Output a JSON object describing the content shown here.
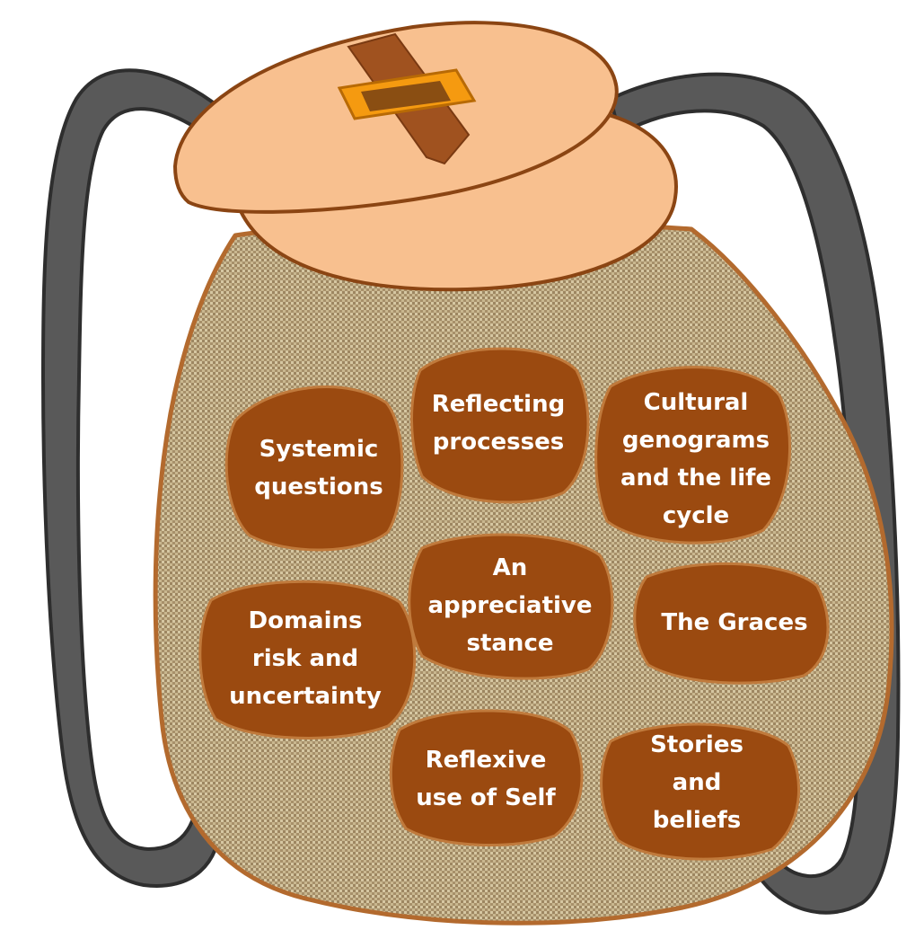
{
  "figure": {
    "subject": "backpack-diagram",
    "colors": {
      "background": "#ffffff",
      "strap": "#595959",
      "strap_outline": "#2e2e2e",
      "lid": "#f8c08f",
      "lid_outline": "#8b4513",
      "buckle_strap": "#a0521f",
      "buckle_frame": "#f59a10",
      "buckle_frame_inner": "#8a4e12",
      "sack_base": "#b39c76",
      "sack_thread_light": "#d6c7a2",
      "sack_thread_dark": "#8a7550",
      "sack_outline": "#b36a2e",
      "stone": "#9b4a10",
      "stone_outline": "#c07a3c",
      "stone_text": "#ffffff"
    }
  },
  "stones": [
    {
      "id": "systemic-questions",
      "lines": [
        "Systemic",
        "questions"
      ]
    },
    {
      "id": "reflecting-processes",
      "lines": [
        "Reflecting",
        "processes"
      ]
    },
    {
      "id": "cultural-genograms",
      "lines": [
        "Cultural",
        "genograms",
        "and the life",
        "cycle"
      ]
    },
    {
      "id": "appreciative-stance",
      "lines": [
        "An",
        "appreciative",
        "stance"
      ]
    },
    {
      "id": "domains-risk",
      "lines": [
        "Domains",
        "risk and",
        "uncertainty"
      ]
    },
    {
      "id": "the-graces",
      "lines": [
        "The Graces"
      ]
    },
    {
      "id": "reflexive-self",
      "lines": [
        "Reflexive",
        "use of Self"
      ]
    },
    {
      "id": "stories-beliefs",
      "lines": [
        "Stories",
        "and",
        "beliefs"
      ]
    }
  ]
}
